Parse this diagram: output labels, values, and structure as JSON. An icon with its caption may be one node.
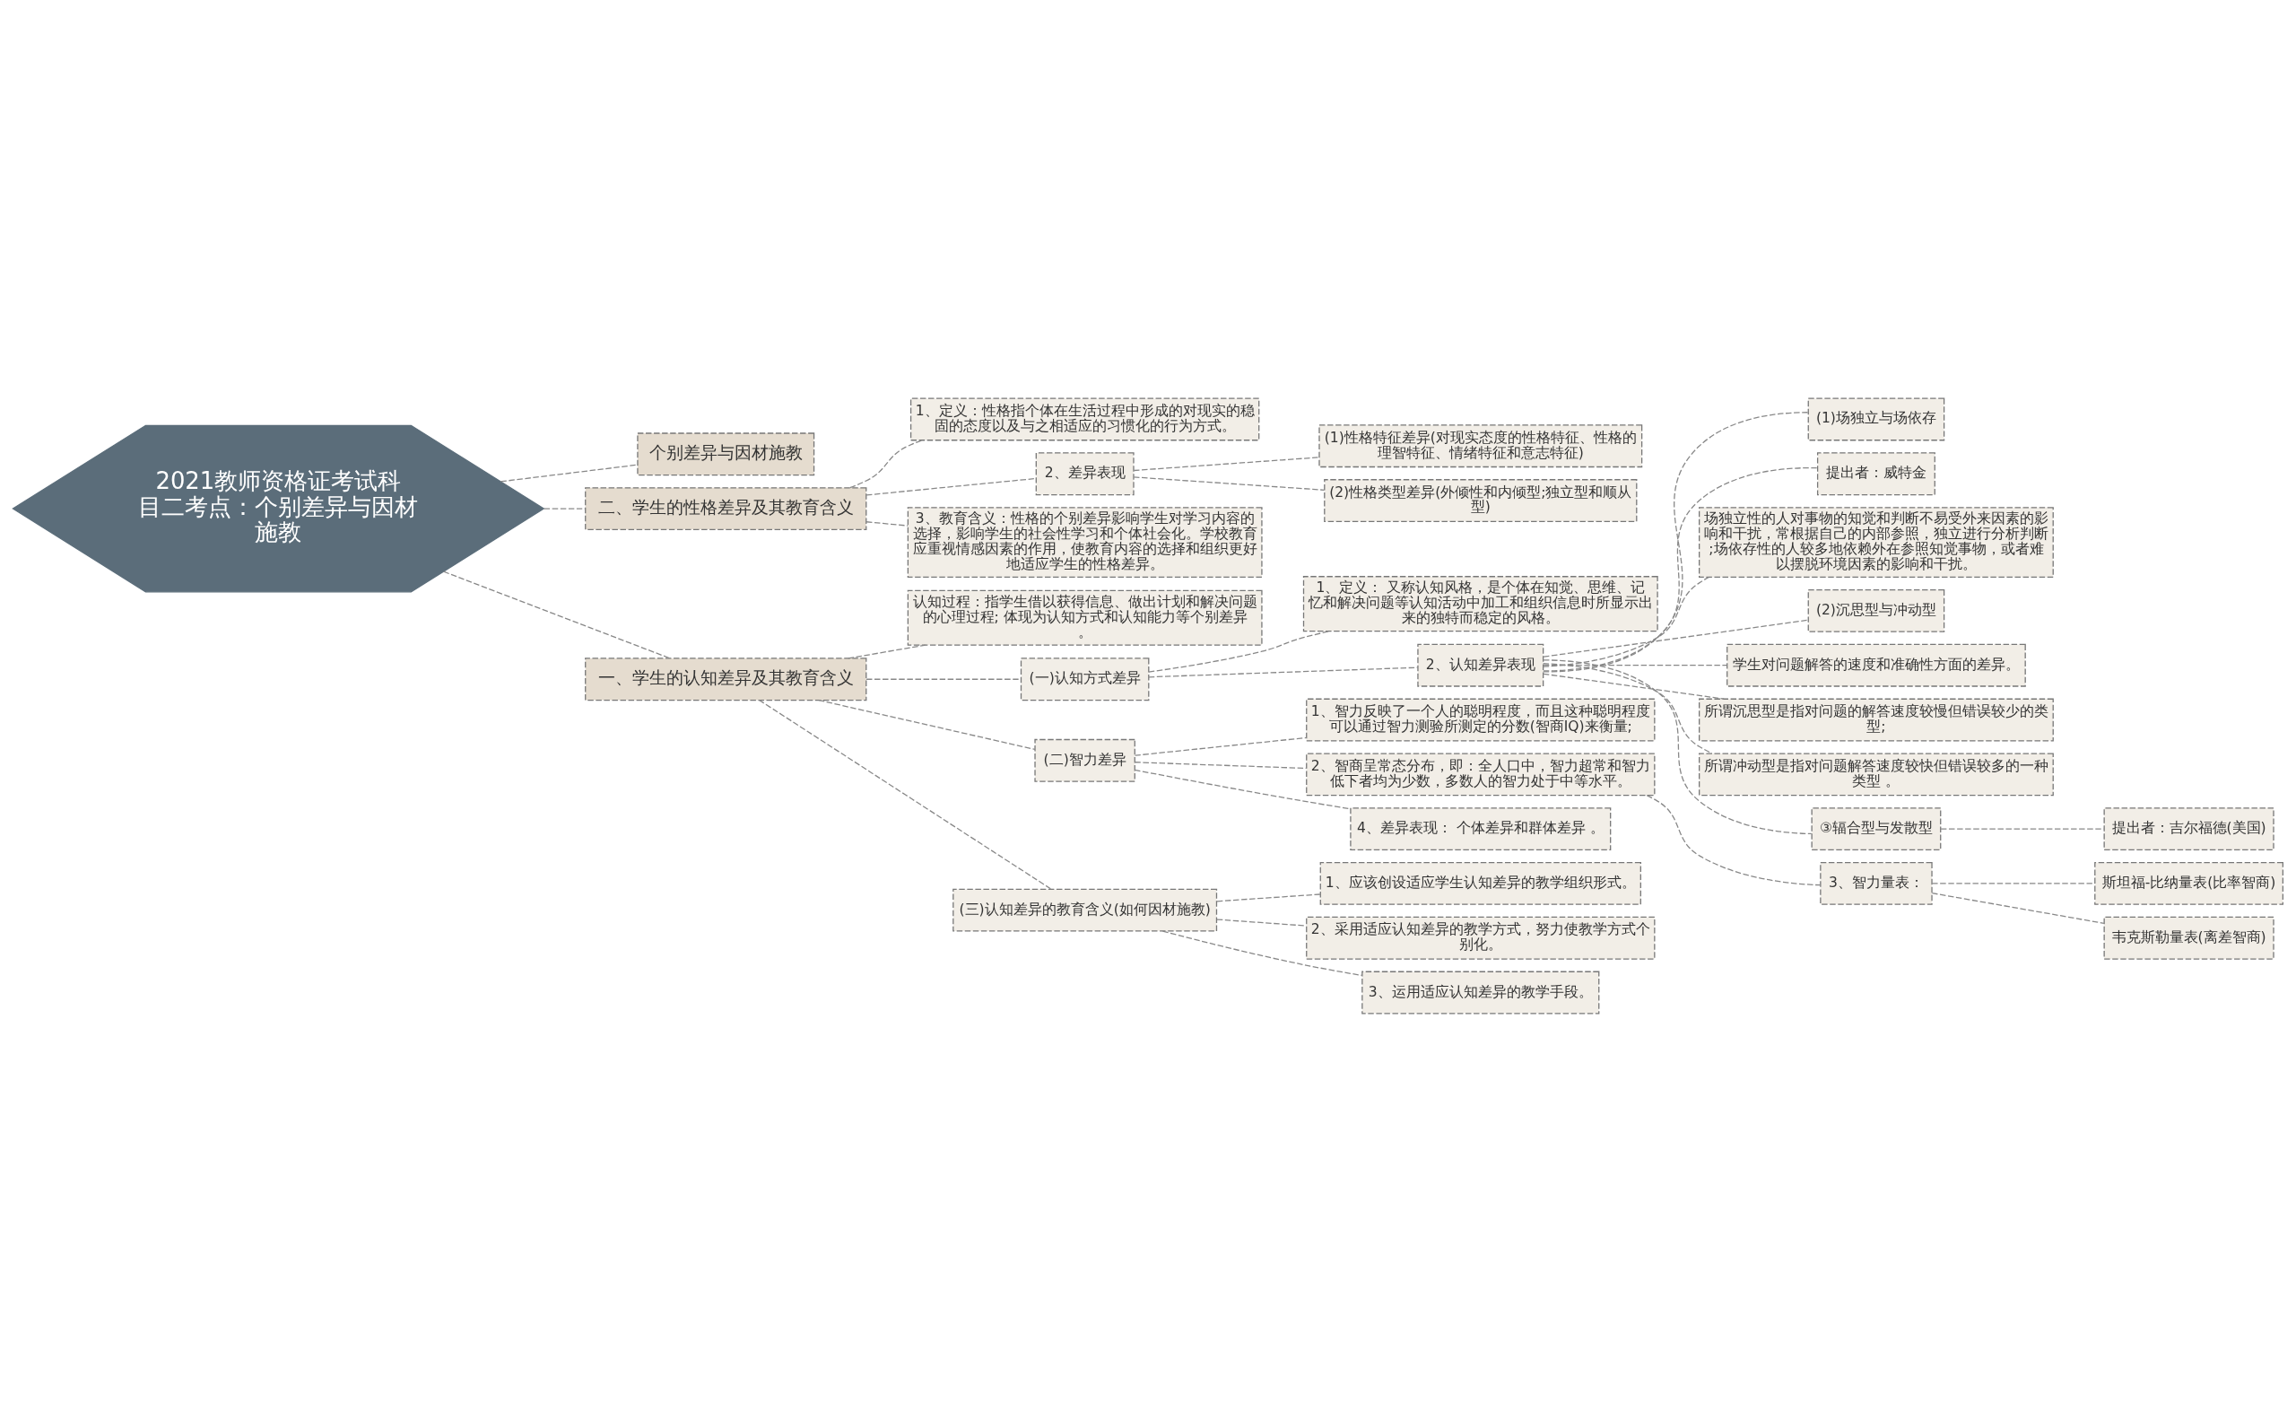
{
  "diagram": {
    "nodes": [
      {
        "text": [
          "2021教师资格证考试科目二考点：个别差异与因材施教"
        ]
      },
      {
        "text": [
          "个别差异与因材施教"
        ]
      },
      {
        "text": [
          "二、学生的性格差异及其教育含义"
        ]
      },
      {
        "text": [
          "1、定义：性格指个体在生活过程中形成的对现实的稳固的态度以及与之相适应的习惯化的行为方式。"
        ]
      },
      {
        "text": [
          "2、差异表现"
        ]
      },
      {
        "text": [
          "(1)性格特征差异(对现实态度的性格特征、性格的理智特征、情绪特征和意志特征)"
        ]
      },
      {
        "text": [
          "(2)性格类型差异(外倾性和内倾型;独立型和顺从型)"
        ]
      },
      {
        "text": [
          "3、教育含义：性格的个别差异影响学生对学习内容的选择，影响学生的社会性学习和个体社会化。学校教育应重视情感因素的作用，使教育内容的选择和组织更好地适应学生的性格差异。"
        ]
      },
      {
        "text": [
          "一、学生的认知差异及其教育含义"
        ]
      },
      {
        "text": [
          "认知过程：指学生借以获得信息、做出计划和解决问题的心理过程; 体现为认知方式和认知能力等个别差异。"
        ]
      },
      {
        "text": [
          "(一)认知方式差异"
        ]
      },
      {
        "text": [
          "1、定义： 又称认知风格，是个体在知觉、思维、记忆和解决问题等认知活动中加工和组织信息时所显示出来的独特而稳定的风格。"
        ]
      },
      {
        "text": [
          "2、认知差异表现"
        ]
      },
      {
        "text": [
          "(1)场独立与场依存"
        ]
      },
      {
        "text": [
          "提出者：威特金"
        ]
      },
      {
        "text": [
          "场独立性的人对事物的知觉和判断不易受外来因素的影响和干扰，常根据自己的内部参照，独立进行分析判断;场依存性的人较多地依赖外在参照知觉事物，或者难以摆脱环境因素的影响和干扰。"
        ]
      },
      {
        "text": [
          "(2)沉思型与冲动型"
        ]
      },
      {
        "text": [
          "学生对问题解答的速度和准确性方面的差异。"
        ]
      },
      {
        "text": [
          "所谓沉思型是指对问题的解答速度较慢但错误较少的类型;"
        ]
      },
      {
        "text": [
          "所谓冲动型是指对问题解答速度较快但错误较多的一种类型 。"
        ]
      },
      {
        "text": [
          "③辐合型与发散型"
        ]
      },
      {
        "text": [
          "提出者：吉尔福德(美国)"
        ]
      },
      {
        "text": [
          "(二)智力差异"
        ]
      },
      {
        "text": [
          "1、智力反映了一个人的聪明程度，而且这种聪明程度可以通过智力测验所测定的分数(智商IQ)来衡量;"
        ]
      },
      {
        "text": [
          "2、智商呈常态分布，即：全人口中，智力超常和智力低下者均为少数，多数人的智力处于中等水平。"
        ]
      },
      {
        "text": [
          "3、智力量表："
        ]
      },
      {
        "text": [
          "斯坦福-比纳量表(比率智商)"
        ]
      },
      {
        "text": [
          "韦克斯勒量表(离差智商)"
        ]
      },
      {
        "text": [
          "4、差异表现： 个体差异和群体差异 。"
        ]
      },
      {
        "text": [
          "(三)认知差异的教育含义(如何因材施教)"
        ]
      },
      {
        "text": [
          "1、应该创设适应学生认知差异的教学组织形式。"
        ]
      },
      {
        "text": [
          "2、采用适应认知差异的教学方式，努力使教学方式个别化。"
        ]
      },
      {
        "text": [
          "3、运用适应认知差异的教学手段。"
        ]
      }
    ],
    "edges": [
      {
        "from": 0,
        "to": 1,
        "arrow": "none",
        "style": "dashed"
      },
      {
        "from": 0,
        "to": 2,
        "arrow": "none",
        "style": "dashed"
      },
      {
        "from": 2,
        "to": 3,
        "arrow": "none",
        "style": "dashed"
      },
      {
        "from": 2,
        "to": 4,
        "arrow": "none",
        "style": "dashed"
      },
      {
        "from": 4,
        "to": 5,
        "arrow": "none",
        "style": "dashed"
      },
      {
        "from": 4,
        "to": 6,
        "arrow": "none",
        "style": "dashed"
      },
      {
        "from": 2,
        "to": 7,
        "arrow": "none",
        "style": "dashed"
      },
      {
        "from": 0,
        "to": 8,
        "arrow": "none",
        "style": "dashed"
      },
      {
        "from": 8,
        "to": 9,
        "arrow": "none",
        "style": "dashed"
      },
      {
        "from": 8,
        "to": 10,
        "arrow": "none",
        "style": "dashed"
      },
      {
        "from": 10,
        "to": 11,
        "arrow": "none",
        "style": "dashed"
      },
      {
        "from": 10,
        "to": 12,
        "arrow": "none",
        "style": "dashed"
      },
      {
        "from": 12,
        "to": 13,
        "arrow": "none",
        "style": "dashed"
      },
      {
        "from": 12,
        "to": 14,
        "arrow": "none",
        "style": "dashed"
      },
      {
        "from": 12,
        "to": 15,
        "arrow": "none",
        "style": "dashed"
      },
      {
        "from": 12,
        "to": 16,
        "arrow": "none",
        "style": "dashed"
      },
      {
        "from": 12,
        "to": 17,
        "arrow": "none",
        "style": "dashed"
      },
      {
        "from": 12,
        "to": 18,
        "arrow": "none",
        "style": "dashed"
      },
      {
        "from": 12,
        "to": 19,
        "arrow": "none",
        "style": "dashed"
      },
      {
        "from": 12,
        "to": 20,
        "arrow": "none",
        "style": "dashed"
      },
      {
        "from": 20,
        "to": 21,
        "arrow": "none",
        "style": "dashed"
      },
      {
        "from": 8,
        "to": 22,
        "arrow": "none",
        "style": "dashed"
      },
      {
        "from": 22,
        "to": 23,
        "arrow": "none",
        "style": "dashed"
      },
      {
        "from": 22,
        "to": 24,
        "arrow": "none",
        "style": "dashed"
      },
      {
        "from": 24,
        "to": 25,
        "arrow": "none",
        "style": "dashed"
      },
      {
        "from": 25,
        "to": 26,
        "arrow": "none",
        "style": "dashed"
      },
      {
        "from": 25,
        "to": 27,
        "arrow": "none",
        "style": "dashed"
      },
      {
        "from": 22,
        "to": 28,
        "arrow": "none",
        "style": "dashed"
      },
      {
        "from": 8,
        "to": 29,
        "arrow": "none",
        "style": "dashed"
      },
      {
        "from": 29,
        "to": 30,
        "arrow": "none",
        "style": "dashed"
      },
      {
        "from": 29,
        "to": 31,
        "arrow": "none",
        "style": "dashed"
      },
      {
        "from": 29,
        "to": 32,
        "arrow": "none",
        "style": "dashed"
      }
    ]
  }
}
